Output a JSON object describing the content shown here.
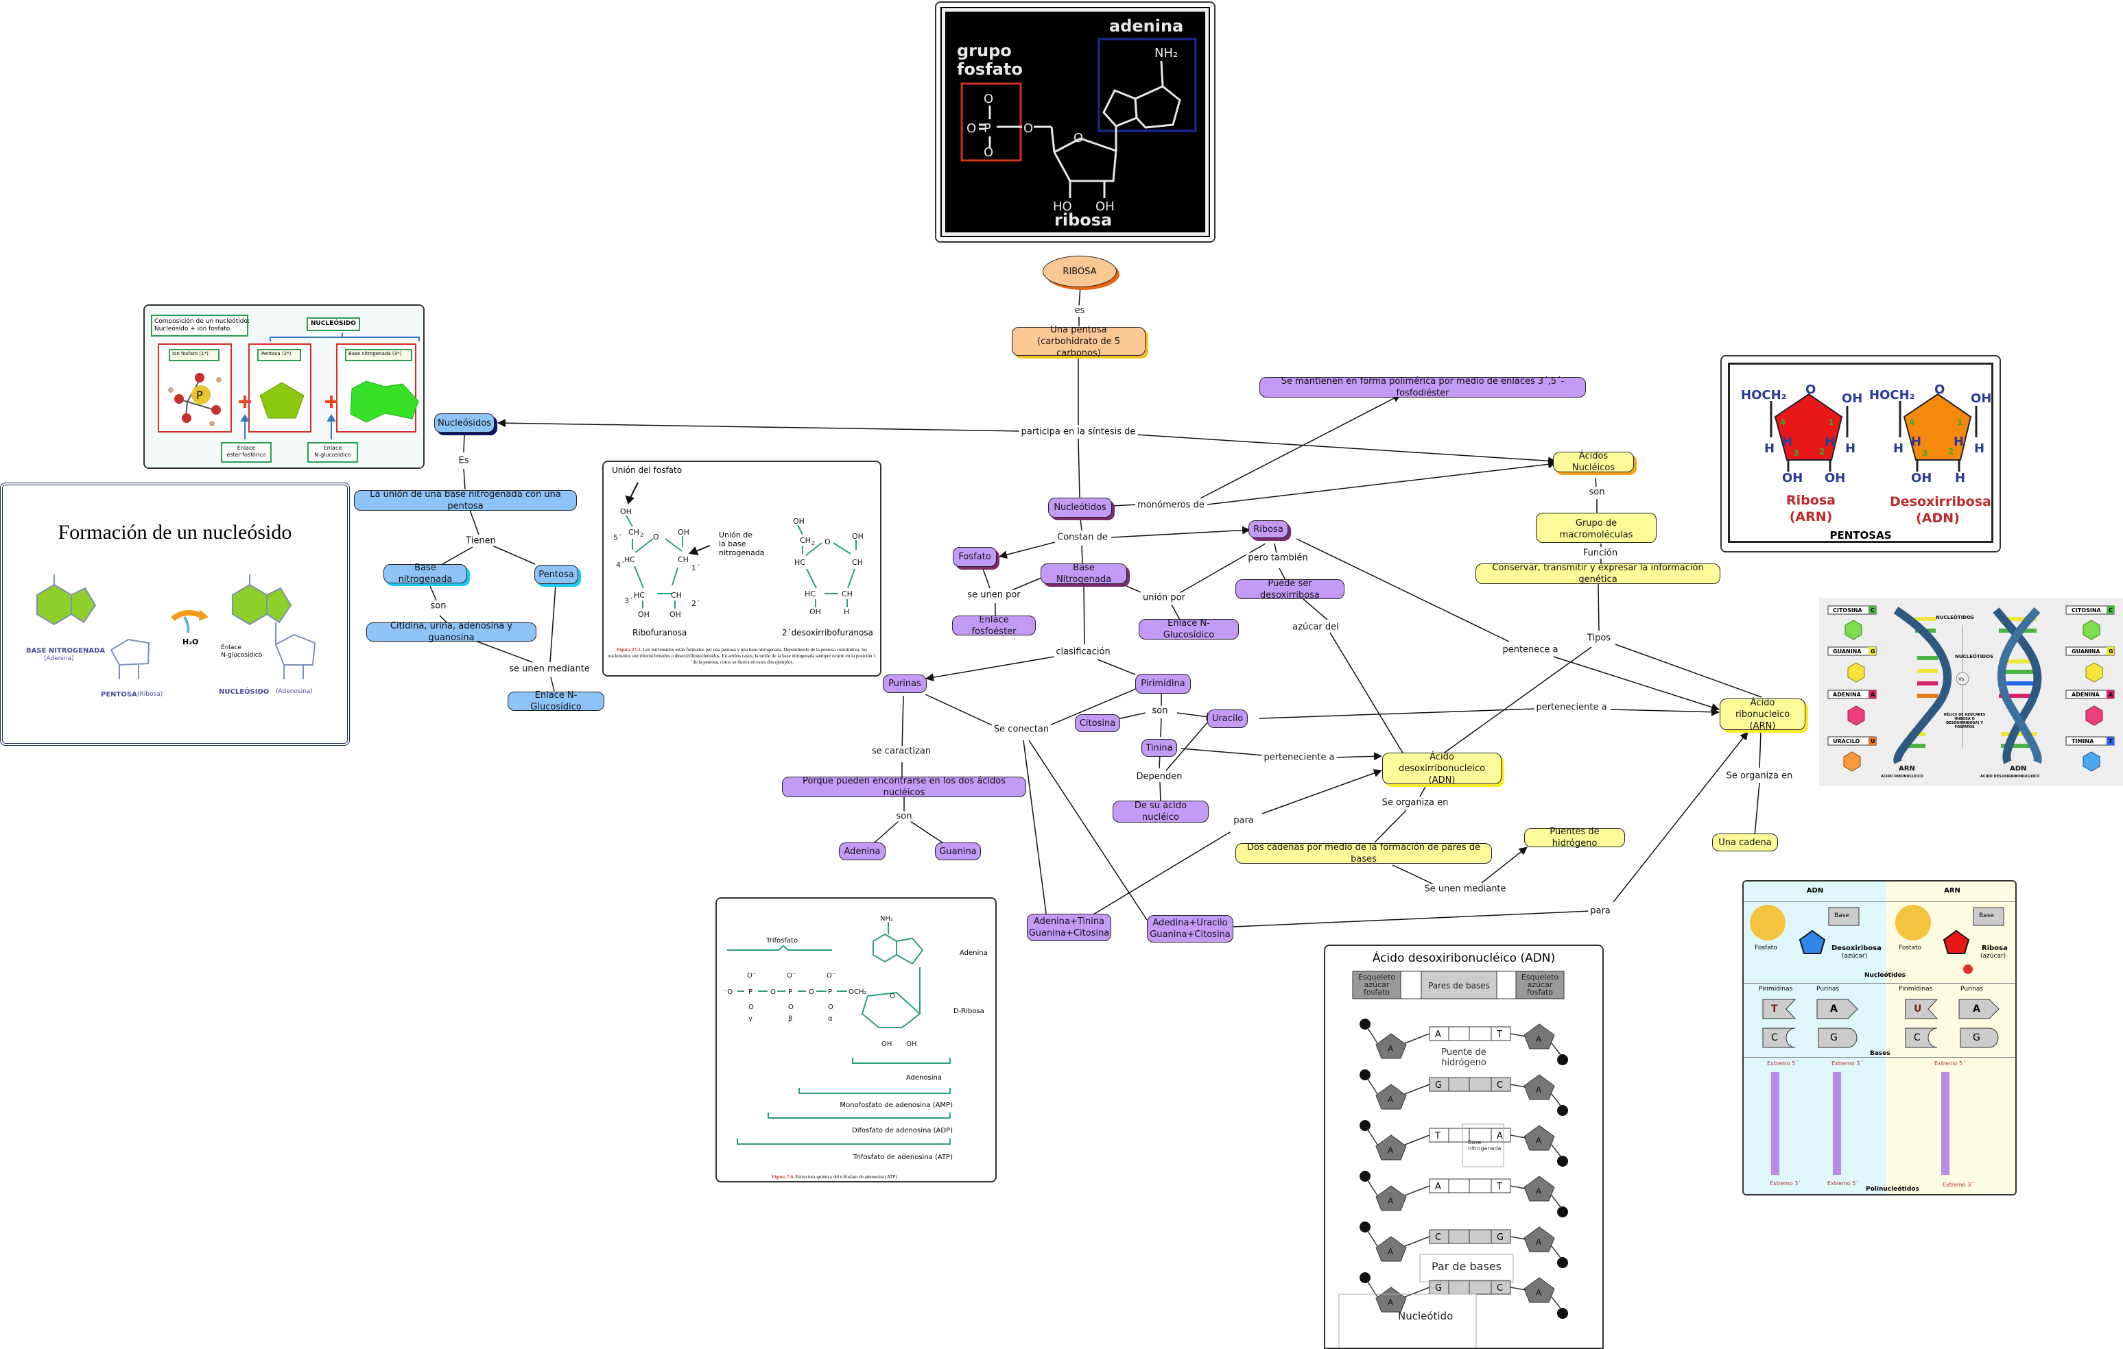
{
  "concept_map": {
    "nodes": {
      "ribosa_top": "RIBOSA",
      "una_pentosa": "Una pentosa\n(carbohidrato de 5 carbonos)",
      "se_mantienen": "Se mantienen en forma polimérica por medio de enlaces 3´,5´-fosfodiéster",
      "nucleosidos": "Nucleósidos",
      "acidos_nucleicos": "Ácidos Nucléicos",
      "la_union": "La unión de una base nitrogenada con una pentosa",
      "nucleotidos": "Nucleótidos",
      "grupo_macro": "Grupo de macromoléculas",
      "ribosa": "Ribosa",
      "fosfato": "Fosfato",
      "base_nitrogenada_blue": "Base nitrogenada",
      "pentosa_blue": "Pentosa",
      "base_nitrogenada": "Base Nitrogenada",
      "conservar": "Conservar, transmitir y expresar la información genética",
      "puede_ser_desoxi": "Puede ser desoxirribosa",
      "enlace_fosfoester": "Enlace fosfoéster",
      "enlace_n_gluc_purple": "Enlace N-Glucosídico",
      "citidina": "Citidina, urina, adenosina y guanosina",
      "enlace_n_gluc_blue": "Enlace N-Glucosídico",
      "purinas": "Purinas",
      "pirimidina": "Pirimidina",
      "citosina": "Citosina",
      "uracilo": "Uracilo",
      "arn": "Ácido ribonucleico\n(ARN)",
      "tinina": "Tinina",
      "adn": "Ácido desoxirribonucleico\n(ADN)",
      "porque_pueden": "Porque pueden encontrarse en los dos ácidos nucléicos",
      "de_su_acido": "De su ácido nucléico",
      "adenina": "Adenina",
      "guanina": "Guanina",
      "una_cadena": "Una cadena",
      "puentes_h": "Puentes de hidrógeno",
      "dos_cadenas": "Dos cadenas por medio de la formación de pares de bases",
      "adenina_tinina": "Adenina+Tinina\nGuanina+Citosina",
      "adedina_uracilo": "Adedina+Uracilo\nGuanina+Citosina"
    },
    "links": {
      "es": "es",
      "participa": "participa en la síntesis de",
      "Es": "Es",
      "monomeros": "monómeros de",
      "son_acidos": "son",
      "tienen": "Tienen",
      "constan": "Constan de",
      "funcion": "Función",
      "pero_tambien": "pero también",
      "se_unen_por": "se unen por",
      "union_por": "unión por",
      "son_base": "son",
      "azucar_del": "azúcar del",
      "se_unen_mediante_blue": "se unen mediante",
      "tipos": "Tipos",
      "pentenece": "pentenece a",
      "clasificacion": "clasificación",
      "son_pirim": "son",
      "perteneciente_arn": "perteneciente a",
      "se_conectan": "Se conectan",
      "se_caractizan": "se caractizan",
      "perteneciente_adn": "perteneciente a",
      "dependen": "Dependen",
      "se_organiza_adn": "Se organiza en",
      "se_organiza_arn": "Se organiza en",
      "son_purinas": "son",
      "para_adn": "para",
      "se_unen_mediante": "Se unen mediante",
      "para_arn": "para"
    }
  },
  "panels": {
    "adenosine_mono": {
      "grupo": "grupo",
      "fosfato": "fosfato",
      "adenina": "adenina",
      "ribosa": "ribosa",
      "nh2": "NH₂",
      "ho": "HO",
      "oh": "OH"
    },
    "composicion": {
      "title_line1": "Composición de un nucleótido:",
      "title_line2": "Nucleósido + ión fosfato",
      "nucleosido": "NUCLEÓSIDO",
      "ion_fosfato": "Ion fosfato (1*)",
      "pentosa": "Pentosa (2*)",
      "base": "Base nitrogenada (3*)",
      "enlace1_l1": "Enlace",
      "enlace1_l2": "éster-fosfórico",
      "enlace2_l1": "Enlace",
      "enlace2_l2": "N-glucosídico"
    },
    "formacion": {
      "title": "Formación de un nucleósido",
      "base_label": "BASE NITROGENADA",
      "base_sub": "(Adenina)",
      "pentosa_label": "PENTOSA",
      "pentosa_sub": "(Ribosa)",
      "h2o": "H₂O",
      "nucleosido_label": "NUCLEÓSIDO",
      "nucleosido_sub": "(Adenosina)",
      "enlace_l1": "Enlace",
      "enlace_l2": "N-glucosídico"
    },
    "ribofuranosa": {
      "union_fosfato": "Unión del fosfato",
      "union_base_l1": "Unión de",
      "union_base_l2": "la base",
      "union_base_l3": "nitrogenada",
      "ribo_label": "Ribofuranosa",
      "desoxi_label": "2´desoxirribofuranosa",
      "caption_fig": "Figura 27-1.",
      "caption": "Los nucleósidos están formados por una pentosa y una base nitrogenada. Dependiendo de la pentosa constitutiva, los nucleósidos son ribonucleósidos o desoxirribonucleósidos. En ambos casos, la unión de la base nitrogenada siempre ocurre en la posición 1´ de la pentosa, como se ilustra en estos dos ejemplos."
    },
    "atp": {
      "trifosfato": "Trifosfato",
      "adenina": "Adenina",
      "d_ribosa": "D-Ribosa",
      "adenosina": "Adenosina",
      "amp": "Monofosfato de adenosina (AMP)",
      "adp": "Difosfato de adenosina (ADP)",
      "atp": "Trifosfato de adenosina (ATP)",
      "caption_fig": "Figura 7-6.",
      "caption": "Estructura química del trifosfato de adenosina (ATP)"
    },
    "pentosas": {
      "hoch2": "HOCH₂",
      "ribosa_l1": "Ribosa",
      "ribosa_l2": "(ARN)",
      "desoxi_l1": "Desoxirribosa",
      "desoxi_l2": "(ADN)",
      "title": "PENTOSAS"
    },
    "arn_vs_adn": {
      "left_bases": [
        "CITOSINA",
        "GUANINA",
        "ADENINA",
        "URACILO"
      ],
      "left_letters": [
        "C",
        "G",
        "A",
        "U"
      ],
      "right_bases": [
        "CITOSINA",
        "GUANINA",
        "ADENINA",
        "TIMINA"
      ],
      "right_letters": [
        "C",
        "G",
        "A",
        "T"
      ],
      "nucleotidos": "NUCLEÓTIDOS",
      "vs": "Vs",
      "helice": "HÉLICE DE AZÚCARES (RIBOSA O DESOXIRRIBOSA) Y FOSFATOS",
      "arn": "ARN",
      "arn_sub": "ÁCIDO RIBONUCLEICO",
      "adn": "ADN",
      "adn_sub": "ÁCIDO DESOXIRRIBONUCLEICO"
    },
    "adn_structure": {
      "title": "Ácido desoxiribonucléico (ADN)",
      "esqueleto": "Esqueleto azúcar fosfato",
      "pares": "Pares de bases",
      "puente": "Puente de hidrógeno",
      "base_nitro": "Base nitrogenada",
      "par_bases": "Par de bases",
      "nucleotido": "Nucleótido",
      "pairs": [
        [
          "A",
          "T"
        ],
        [
          "G",
          "C"
        ],
        [
          "T",
          "A"
        ],
        [
          "A",
          "T"
        ],
        [
          "C",
          "G"
        ],
        [
          "G",
          "C"
        ]
      ]
    },
    "adn_arn_table": {
      "adn": "ADN",
      "arn": "ARN",
      "fosfato": "Fosfato",
      "fostato": "Fostato",
      "base": "Base",
      "desoxiribosa": "Desoxiribosa",
      "ribosa": "Ribosa",
      "azucar": "(azúcar)",
      "nucleotidos": "Nucleótidos",
      "pirimidinas": "Pirimidinas",
      "purinas": "Purinas",
      "bases": "Bases",
      "extremo5": "Extremo 5´",
      "extremo3": "Extremo 3´",
      "polinucleotidos": "Polinucleótidos",
      "adn_bases": [
        "T",
        "A",
        "C",
        "G"
      ],
      "arn_bases": [
        "U",
        "A",
        "C",
        "G"
      ]
    }
  },
  "colors": {
    "purple_node": "#c39bf7",
    "blue_node": "#8ec3f7",
    "yellow_node": "#fdfa9a",
    "peach_node": "#fbc795"
  }
}
